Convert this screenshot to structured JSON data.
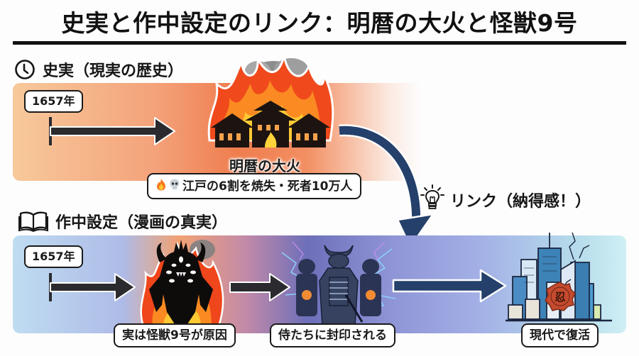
{
  "title": "史実と作中設定のリンク：明暦の大火と怪獣9号",
  "sections": {
    "history": {
      "heading": "史実（現実の歴史）",
      "icon": "clock-icon",
      "year": "1657年",
      "event_name": "明暦の大火",
      "event_illustration": "burning-edo-castle-town",
      "caption": "江戸の6割を焼失・死者10万人",
      "caption_icons": [
        "fire-icon",
        "skull-icon"
      ]
    },
    "fiction": {
      "heading": "作中設定（漫画の真実）",
      "icon": "open-book-icon",
      "year": "1657年",
      "steps": [
        {
          "caption": "実は怪獣9号が原因",
          "illustration": "multi-eyed-kaiju-in-flames"
        },
        {
          "caption": "侍たちに封印される",
          "illustration": "samurai-with-lightning"
        },
        {
          "caption": "現代で復活",
          "illustration": "modern-city-with-seal"
        }
      ],
      "seal_glyph": "忍"
    }
  },
  "link": {
    "label": "リンク（納得感！）",
    "icon": "lightbulb-icon"
  },
  "colors": {
    "arrow_dark": "#2b2b2f",
    "arrow_navy": "#24406b",
    "history_panel": "#ef7d4e",
    "fiction_panel": "#a3b0e6"
  }
}
